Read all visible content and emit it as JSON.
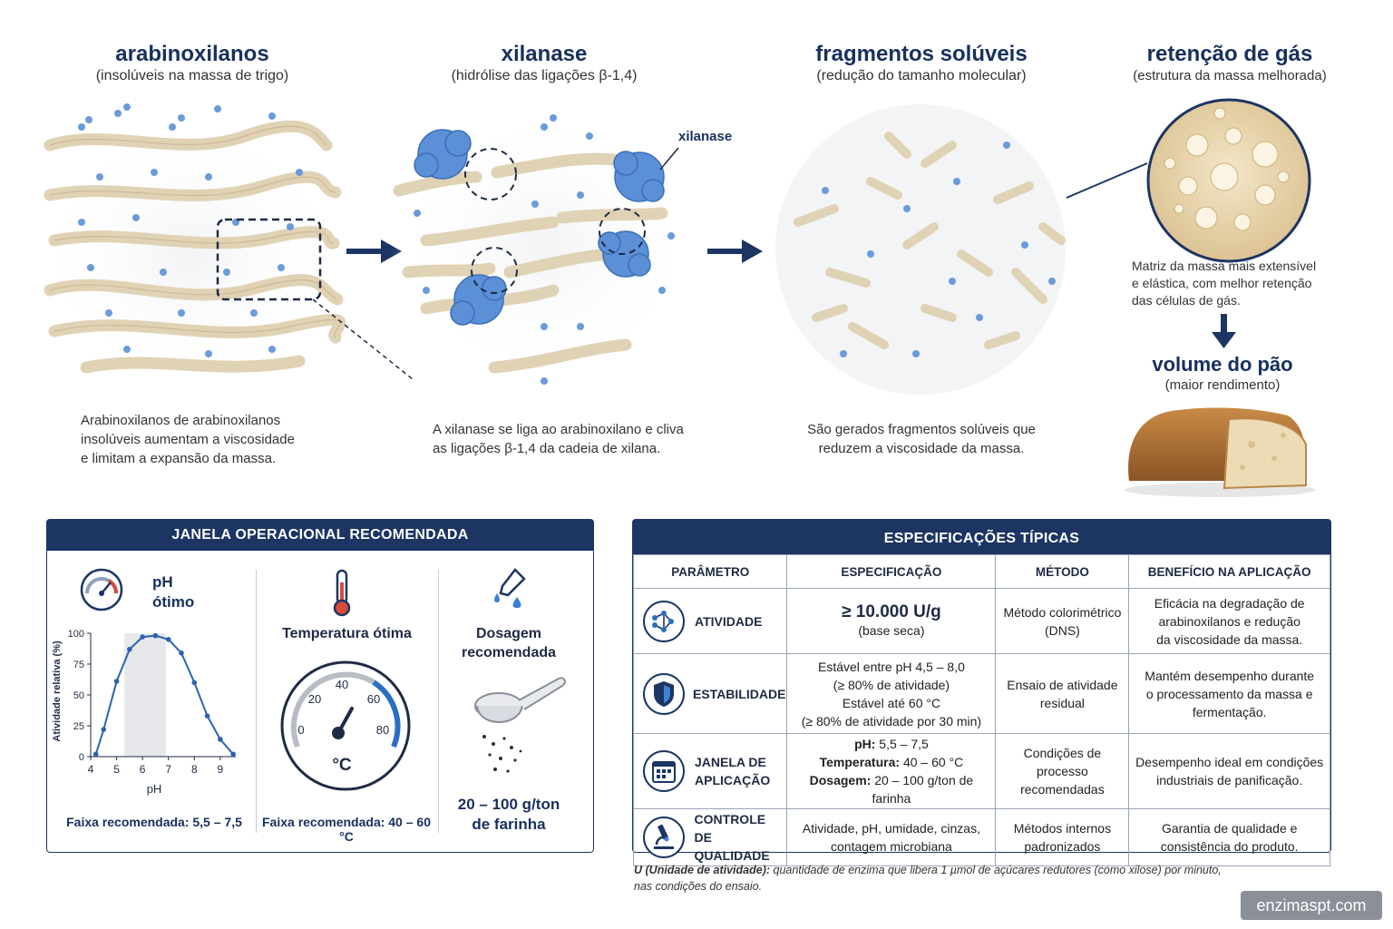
{
  "stages": [
    {
      "title": "arabinoxilanos",
      "subtitle": "(insolúveis na massa de trigo)",
      "caption": [
        "Arabinoxilanos de arabinoxilanos",
        "insolúveis aumentam a viscosidade",
        "e limitam a expansão da massa."
      ]
    },
    {
      "title": "xilanase",
      "subtitle": "(hidrólise das ligações β-1,4)",
      "label": "xilanase",
      "caption": [
        "A xilanase se liga ao arabinoxilano e cliva",
        "as ligações β-1,4 da cadeia de xilana."
      ]
    },
    {
      "title": "fragmentos solúveis",
      "subtitle": "(redução do tamanho molecular)",
      "caption": [
        "São gerados fragmentos solúveis que",
        "reduzem a viscosidade da massa."
      ]
    },
    {
      "title": "retenção de gás",
      "subtitle": "(estrutura da massa melhorada)",
      "caption": [
        "Matriz da massa mais extensível",
        "e elástica, com melhor retenção",
        "das células de gás."
      ]
    }
  ],
  "result": {
    "title": "volume do pão",
    "subtitle": "(maior rendimento)"
  },
  "window_panel": {
    "header": "JANELA OPERACIONAL RECOMENDADA",
    "ph": {
      "title_line1": "pH",
      "title_line2": "ótimo",
      "ylabel": "Atividade relativa (%)",
      "xlabel": "pH",
      "note": "Faixa recomendada: 5,5 – 7,5"
    },
    "temp": {
      "title": "Temperatura ótima",
      "unit": "°C",
      "dial_labels": [
        "0",
        "20",
        "40",
        "60",
        "80"
      ],
      "note": "Faixa recomendada: 40 – 60 °C"
    },
    "dose": {
      "title_line1": "Dosagem",
      "title_line2": "recomendada",
      "value_line1": "20 – 100 g/ton",
      "value_line2": "de farinha"
    }
  },
  "chart_data": {
    "type": "line",
    "xlabel": "pH",
    "ylabel": "Atividade relativa (%)",
    "x": [
      4.2,
      4.5,
      5.0,
      5.5,
      6.0,
      6.5,
      7.0,
      7.5,
      8.0,
      8.5,
      9.0,
      9.5
    ],
    "values": [
      2,
      22,
      61,
      87,
      97,
      98,
      95,
      84,
      60,
      33,
      14,
      2
    ],
    "xticks": [
      4,
      5,
      6,
      7,
      8,
      9
    ],
    "yticks": [
      0,
      25,
      50,
      75,
      100
    ],
    "xlim": [
      4,
      9.6
    ],
    "ylim": [
      0,
      100
    ],
    "highlight_range": [
      5.3,
      6.9
    ],
    "grid": false
  },
  "spec_panel": {
    "header": "ESPECIFICAÇÕES TÍPICAS",
    "columns": [
      "PARÂMETRO",
      "ESPECIFICAÇÃO",
      "MÉTODO",
      "BENEFÍCIO NA APLICAÇÃO"
    ],
    "rows": [
      {
        "icon": "molecule-icon",
        "param": [
          "ATIVIDADE"
        ],
        "spec_big": "≥ 10.000 U/g",
        "spec": [
          "(base seca)"
        ],
        "method": [
          "Método colorimétrico",
          "(DNS)"
        ],
        "benefit": [
          "Eficácia na degradação de",
          "arabinoxilanos e redução",
          "da viscosidade da massa."
        ]
      },
      {
        "icon": "shield-icon",
        "param": [
          "ESTABILIDADE"
        ],
        "spec": [
          "Estável entre pH 4,5 – 8,0",
          "(≥ 80% de atividade)",
          "Estável até 60 °C",
          "(≥ 80% de atividade por 30 min)"
        ],
        "method": [
          "Ensaio de atividade",
          "residual"
        ],
        "benefit": [
          "Mantém desempenho durante",
          "o processamento da massa e",
          "fermentação."
        ]
      },
      {
        "icon": "calendar-icon",
        "param": [
          "JANELA DE",
          "APLICAÇÃO"
        ],
        "spec_kv": [
          [
            "pH:",
            "5,5 – 7,5"
          ],
          [
            "Temperatura:",
            "40 – 60 °C"
          ],
          [
            "Dosagem:",
            "20 – 100 g/ton de farinha"
          ]
        ],
        "method": [
          "Condições de processo",
          "recomendadas"
        ],
        "benefit": [
          "Desempenho ideal em condições",
          "industriais de panificação."
        ]
      },
      {
        "icon": "microscope-icon",
        "param": [
          "CONTROLE DE",
          "QUALIDADE"
        ],
        "spec": [
          "Atividade, pH, umidade, cinzas,",
          "contagem microbiana"
        ],
        "method": [
          "Métodos internos",
          "padronizados"
        ],
        "benefit": [
          "Garantia de qualidade e",
          "consistência do produto."
        ]
      }
    ]
  },
  "footnote": {
    "bold": "U (Unidade de atividade):",
    "text": " quantidade de enzima que libera 1 µmol de açúcares redutores (como xilose) por minuto,",
    "line2": "nas condições do ensaio."
  },
  "watermark": "enzimaspt.com",
  "colors": {
    "navy": "#1c3563",
    "enzyme": "#5b8fd6",
    "fiber": "#e3d6bc",
    "curve": "#2b63b0"
  }
}
